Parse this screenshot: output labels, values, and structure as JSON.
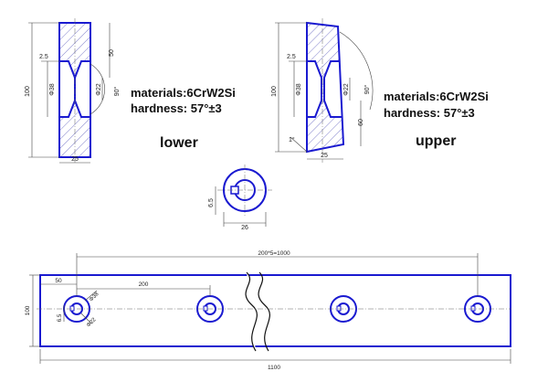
{
  "lower_view": {
    "materials_label": "materials:6CrW2Si",
    "hardness_label": "hardness: 57°±3",
    "title": "lower",
    "dim_2_5": "2.5",
    "dim_100": "100",
    "dim_38": "Φ38",
    "dim_22": "Φ22",
    "dim_50": "50",
    "dim_90": "90°",
    "dim_25": "25"
  },
  "upper_view": {
    "materials_label": "materials:6CrW2Si",
    "hardness_label": "hardness: 57°±3",
    "title": "upper",
    "dim_2_5": "2.5",
    "dim_100": "100",
    "dim_38": "Φ38",
    "dim_22": "Φ22",
    "dim_90": "90°",
    "dim_60": "60",
    "dim_1": "1°",
    "dim_25": "25"
  },
  "hole_detail": {
    "dim_6_5": "6.5",
    "dim_26": "26"
  },
  "bar_view": {
    "dim_pitch": "200*5=1000",
    "dim_50": "50",
    "dim_200": "200",
    "dim_100": "100",
    "dim_1100": "1100",
    "dim_38": "Φ38",
    "dim_22": "Φ22",
    "dim_6_5": "6.5"
  },
  "colors": {
    "outline": "#1a1ad0",
    "hatch": "#2a2aa8",
    "dimension": "#444444"
  }
}
